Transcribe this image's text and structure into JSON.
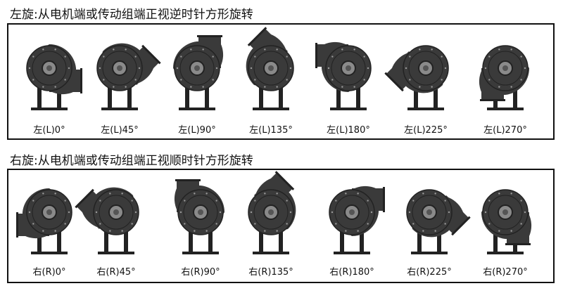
{
  "sections": [
    {
      "title": "左旋:从电机端或传动组端正视逆时针方形旋转",
      "direction": "left",
      "items": [
        {
          "label": "左(L)0°",
          "angle": 0
        },
        {
          "label": "左(L)45°",
          "angle": 45
        },
        {
          "label": "左(L)90°",
          "angle": 90
        },
        {
          "label": "左(L)135°",
          "angle": 135
        },
        {
          "label": "左(L)180°",
          "angle": 180
        },
        {
          "label": "左(L)225°",
          "angle": 225
        },
        {
          "label": "左(L)270°",
          "angle": 270
        }
      ]
    },
    {
      "title": "右旋:从电机端或传动组端正视顺时针方形旋转",
      "direction": "right",
      "items": [
        {
          "label": "右(R)0°",
          "angle": 0
        },
        {
          "label": "右(R)45°",
          "angle": 45
        },
        {
          "label": "右(R)90°",
          "angle": 90
        },
        {
          "label": "右(R)135°",
          "angle": 135
        },
        {
          "label": "右(R)180°",
          "angle": 180
        },
        {
          "label": "右(R)225°",
          "angle": 225
        },
        {
          "label": "右(R)270°",
          "angle": 270
        }
      ]
    }
  ],
  "colors": {
    "fan_body": "#3a3a3a",
    "fan_edge": "#222222",
    "bolt": "#9a9a9a",
    "hub": "#8a8a8a"
  }
}
